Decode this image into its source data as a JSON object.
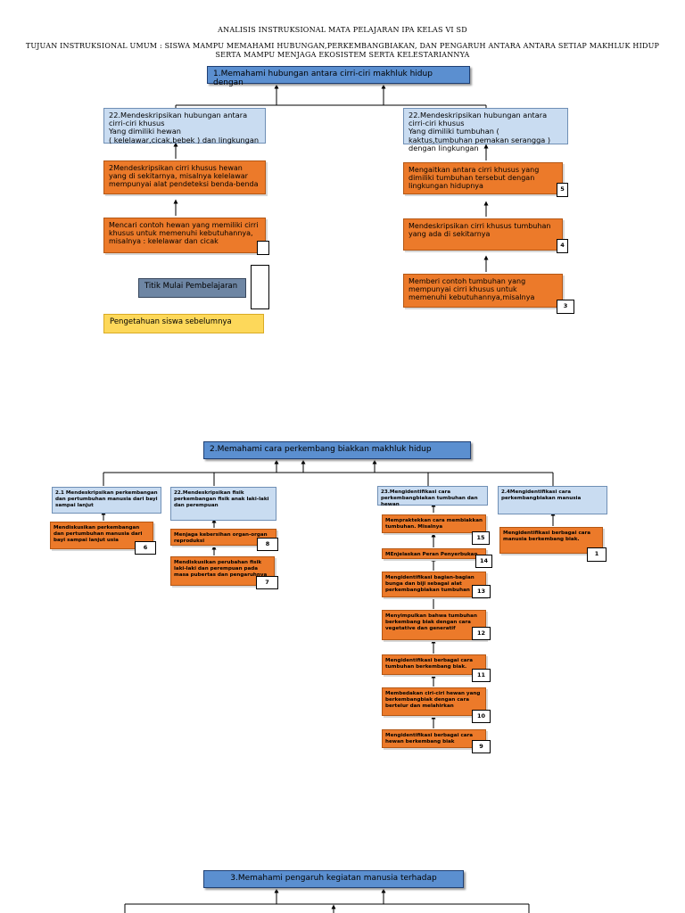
{
  "header": {
    "title": "ANALISIS INSTRUKSIONAL MATA PELAJARAN IPA KELAS VI SD",
    "goal_line1": "TUJUAN INSTRUKSIONAL UMUM : SISWA MAMPU MEMAHAMI HUBUNGAN,PERKEMBANGBIAKAN, DAN PENGARUH ANTARA ANTARA SETIAP MAKHLUK HIDUP",
    "goal_line2": "SERTA MAMPU MENJAGA EKOSISTEM SERTA KELESTARIANNYA"
  },
  "section1": {
    "main": "1.Memahami hubungan antara cirri-ciri makhluk hidup dengan",
    "left_sub": "22.Mendeskripsikan hubungan antara cirri-ciri khusus\nYang dimiliki hewan\n( kelelawar,cicak,bebek ) dan lingkungan",
    "right_sub": "22.Mendeskripsikan hubungan antara cirri-ciri khusus\nYang dimiliki tumbuhan ( kaktus,tumbuhan pemakan serangga ) dengan lingkungan",
    "left_items": [
      "2Mendeskripsikan cirri khusus hewan yang di sekitarnya, misalnya kelelawar mempunyai alat pendeteksi  benda-benda",
      "Mencari contoh hewan yang memiliki cirri khusus untuk memenuhi kebutuhannya, misalnya : kelelawar dan cicak"
    ],
    "right_items": [
      {
        "text": "Mengaitkan antara cirri khusus yang dimiliki tumbuhan tersebut dengan lingkungan hidupnya",
        "num": "5"
      },
      {
        "text": "Mendeskripsikan cirri khusus tumbuhan yang ada di sekitarnya",
        "num": "4"
      },
      {
        "text": "Memberi contoh tumbuhan yang mempunyai cirri khusus untuk memenuhi kebutuhannya,misalnya",
        "num": "3"
      }
    ],
    "legend_start": "Titik Mulai Pembelajaran",
    "legend_prior": "Pengetahuan siswa sebelumnya"
  },
  "section2": {
    "main": "2.Memahami cara perkembang biakkan makhluk hidup",
    "subs": [
      "2.1 Mendeskripsikan perkembangan dan pertumbuhan manusia dari bayi sampai lanjut",
      "22.Mendeskripsikan fisik perkembangan fisik anak laki-laki dan perempuan",
      "23.Mengidentifikasi cara perkembangbiakan tumbuhan dan hewan",
      "2.4Mengidentifikasi cara perkembangbiakan manusia"
    ],
    "col1_items": [
      {
        "text": "Mendiskusikan perkembangan dan pertumbuhan manusia dari bayi sampai lanjut usia",
        "num": "6"
      }
    ],
    "col2_items": [
      {
        "text": "Menjaga kebersihan organ-organ reproduksi",
        "num": "8"
      },
      {
        "text": "Mendiskusikan perubahan fisik laki-laki dan perempuan pada masa pubertas dan pengaruhnya",
        "num": "7"
      }
    ],
    "col3_items": [
      {
        "text": "Mempraktekkan cara membiakkan tumbuhan. Misalnya",
        "num": "15"
      },
      {
        "text": "MEnjelaskan Peran Penyerbukan",
        "num": "14"
      },
      {
        "text": "Mengidentifikasi bagian-bagian bunga dan biji sebagai alat perkembangbiakan tumbuhan",
        "num": "13"
      },
      {
        "text": "Menyimpulkan bahwa tumbuhan berkembang biak dengan cara vegetative dan generatif",
        "num": "12"
      },
      {
        "text": "Mengidentifikasi berbagai cara tumbuhan berkembang biak.",
        "num": "11"
      },
      {
        "text": "Membedakan ciri-ciri hewan yang berkembangbiak dengan cara bertelur dan melahirkan",
        "num": "10"
      },
      {
        "text": "Mengidentifikasi berbagai cara hewan berkembang  biak",
        "num": "9"
      }
    ],
    "col4_items": [
      {
        "text": "Mengidentifikasi berbagai cara manusia berkembang biak.",
        "num": "1"
      }
    ]
  },
  "section3": {
    "main": "3.Memahami pengaruh kegiatan manusia terhadap"
  }
}
